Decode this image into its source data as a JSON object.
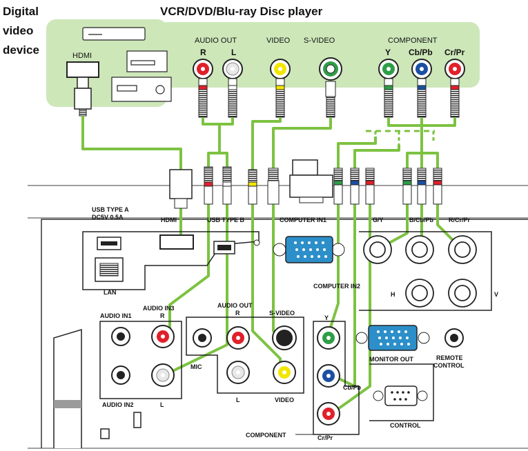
{
  "header": {
    "digital_line1": "Digital",
    "digital_line2": "video",
    "digital_line3": "device",
    "player_title": "VCR/DVD/Blu-ray Disc player"
  },
  "source": {
    "hdmi": "HDMI",
    "audio_out": "AUDIO OUT",
    "r": "R",
    "l": "L",
    "video": "VIDEO",
    "svideo": "S-VIDEO",
    "component": "COMPONENT",
    "y": "Y",
    "cb": "Cb/Pb",
    "cr": "Cr/Pr"
  },
  "panel": {
    "usb_a_line1": "USB TYPE A",
    "usb_a_line2": "DC5V 0.5A",
    "hdmi": "HDMI",
    "usb_b": "USB TYPE B",
    "computer_in1": "COMPUTER IN1",
    "gy": "G/Y",
    "bcb": "B/Cb/Pb",
    "rcr": "R/Cr/Pr",
    "lan": "LAN",
    "computer_in2": "COMPUTER IN2",
    "h": "H",
    "v": "V",
    "audio_in1": "AUDIO IN1",
    "audio_in3": "AUDIO IN3",
    "r": "R",
    "audio_out": "AUDIO OUT",
    "s_video": "S-VIDEO",
    "y": "Y",
    "mic": "MIC",
    "l": "L",
    "l2": "L",
    "video": "VIDEO",
    "cb_pb": "Cb/Pb",
    "monitor_out": "MONITOR OUT",
    "remote_line1": "REMOTE",
    "remote_line2": "CONTROL",
    "audio_in2": "AUDIO IN2",
    "control": "CONTROL",
    "component": "COMPONENT",
    "cr_pr": "Cr/Pr"
  },
  "colors": {
    "green_band": "#cde7b9",
    "cable": "#7dc242",
    "red": "#e0202a",
    "white": "#e8e8e8",
    "yellow": "#f2e600",
    "green": "#2e9e47",
    "blue": "#1c4fa3",
    "vga_blue": "#2c8fc9"
  }
}
